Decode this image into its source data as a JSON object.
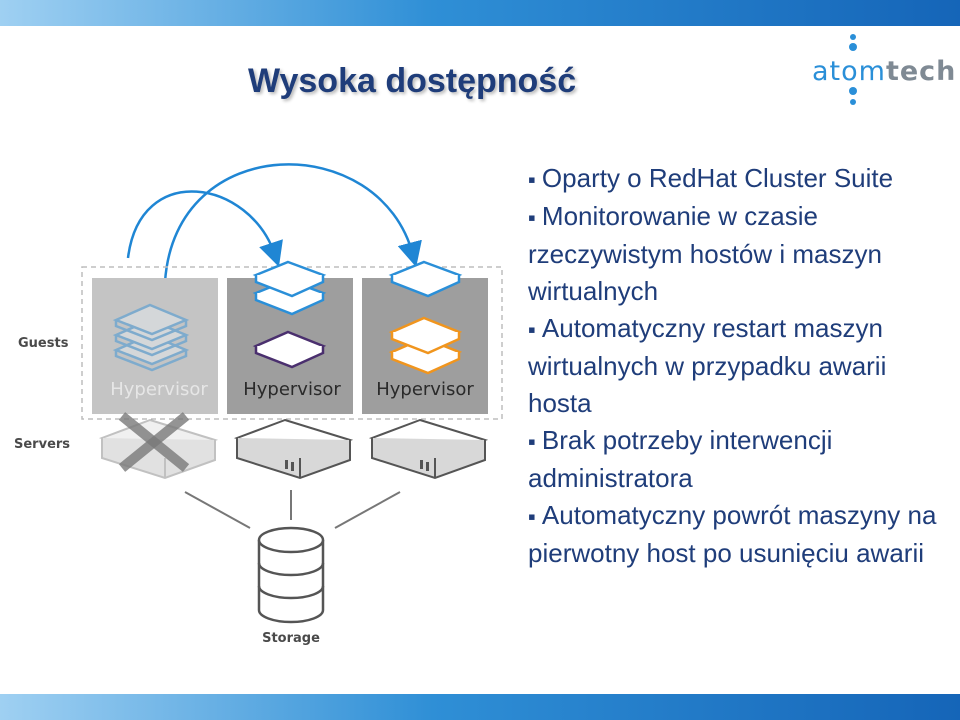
{
  "slide": {
    "title": "Wysoka dostępność",
    "logo": {
      "light": "atom",
      "bold": "tech"
    },
    "bullets": [
      "Oparty o RedHat Cluster Suite",
      "Monitorowanie w czasie rzeczywistym hostów i maszyn wirtualnych",
      "Automatyczny restart maszyn wirtualnych w przypadku awarii hosta",
      "Brak potrzeby interwencji administratora",
      "Automatyczny powrót maszyny na pierwotny host po usunięciu awarii"
    ]
  },
  "diagram": {
    "row_labels": {
      "guests": "Guests",
      "servers": "Servers"
    },
    "hypervisors": [
      "Hypervisor",
      "Hypervisor",
      "Hypervisor"
    ],
    "storage_label": "Storage"
  },
  "colors": {
    "title": "#1f3d7a",
    "text": "#1f3d7a",
    "vm_blue": "#2a8fd8",
    "vm_purple": "#4a2f6e",
    "vm_orange": "#f0951e",
    "failed_x": "#7a7a7a",
    "panel_gray": "#c4c4c4",
    "panel_dark": "#9e9e9e"
  }
}
